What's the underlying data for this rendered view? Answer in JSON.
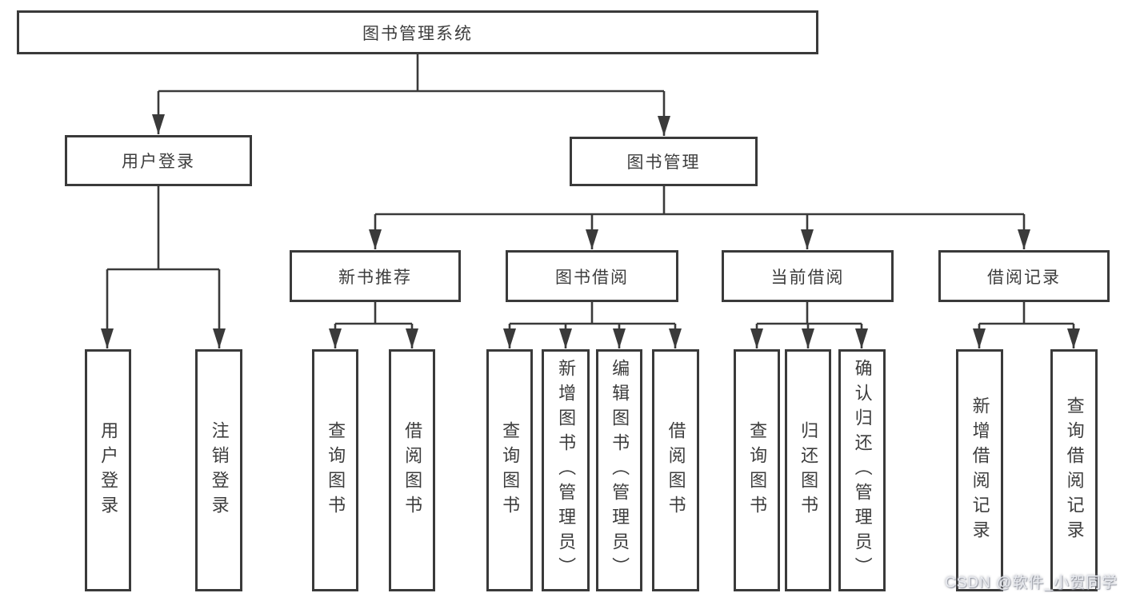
{
  "diagram": {
    "root": {
      "label": "图书管理系统"
    },
    "level2": [
      {
        "id": "user-login",
        "label": "用户登录"
      },
      {
        "id": "book-management",
        "label": "图书管理"
      }
    ],
    "level3": [
      {
        "id": "new-book-recommend",
        "label": "新书推荐"
      },
      {
        "id": "book-borrow",
        "label": "图书借阅"
      },
      {
        "id": "current-borrow",
        "label": "当前借阅"
      },
      {
        "id": "borrow-records",
        "label": "借阅记录"
      }
    ],
    "leaves": [
      {
        "id": "user-login-leaf",
        "label": "用户登录"
      },
      {
        "id": "logout",
        "label": "注销登录"
      },
      {
        "id": "query-books-recommend",
        "label": "查询图书"
      },
      {
        "id": "borrow-books-recommend",
        "label": "借阅图书"
      },
      {
        "id": "query-books-borrow",
        "label": "查询图书"
      },
      {
        "id": "add-books-admin",
        "label": "新增图书（管理员）"
      },
      {
        "id": "edit-books-admin",
        "label": "编辑图书（管理员）"
      },
      {
        "id": "borrow-books-borrow",
        "label": "借阅图书"
      },
      {
        "id": "query-books-current",
        "label": "查询图书"
      },
      {
        "id": "return-books",
        "label": "归还图书"
      },
      {
        "id": "confirm-return-admin",
        "label": "确认归还（管理员）"
      },
      {
        "id": "add-borrow-record",
        "label": "新增借阅记录"
      },
      {
        "id": "query-borrow-record",
        "label": "查询借阅记录"
      }
    ]
  },
  "watermark": {
    "text": "CSDN @软件_小贺同学"
  },
  "colors": {
    "line": "#3a3a3a",
    "text": "#3d3d3d",
    "watermark": "#e9ebf0",
    "background": "#ffffff"
  }
}
